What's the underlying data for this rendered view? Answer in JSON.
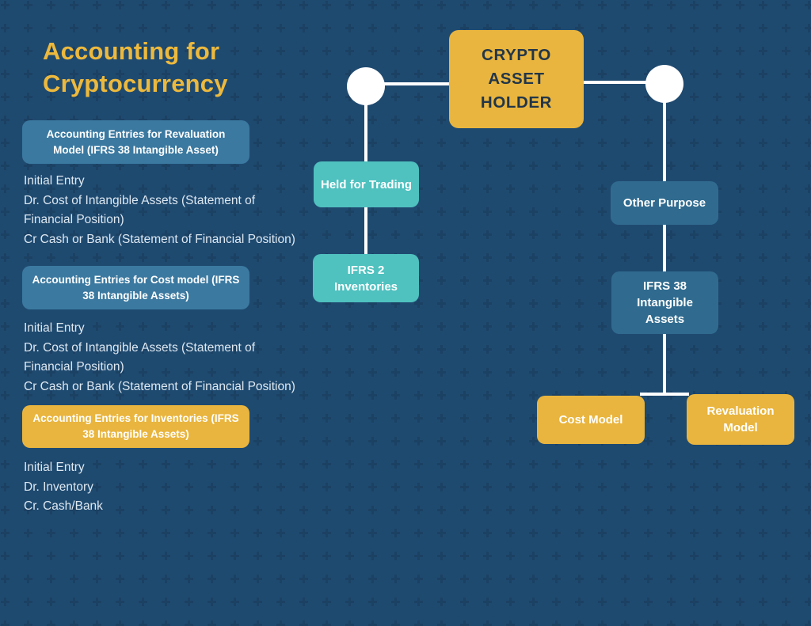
{
  "title": "Accounting for Cryptocurrency",
  "colors": {
    "background": "#1f4a70",
    "pattern_plus": "#1b4163",
    "accent_yellow": "#e9b53e",
    "accent_teal": "#4fc1bf",
    "header_steel_blue": "#3b79a0",
    "node_blue": "#306b8f",
    "root_text_dark": "#223649",
    "body_text": "#dde8f1",
    "title_yellow": "#edb93d",
    "connector_white": "#ffffff"
  },
  "sections": [
    {
      "header": "Accounting Entries for Revaluation Model (IFRS 38 Intangible Asset)",
      "entries": [
        "Initial Entry",
        "Dr. Cost of Intangible Assets (Statement of",
        "Financial Position)",
        "Cr Cash or Bank (Statement of Financial Position)"
      ]
    },
    {
      "header": "Accounting Entries for Cost model (IFRS 38 Intangible Assets)",
      "entries": [
        "Initial Entry",
        "Dr. Cost of Intangible Assets (Statement of",
        "Financial Position)",
        "Cr Cash or Bank (Statement of Financial Position)"
      ]
    },
    {
      "header": "Accounting Entries for Inventories (IFRS 38 Intangible Assets)",
      "entries": [
        "Initial Entry",
        "Dr. Inventory",
        "Cr. Cash/Bank"
      ]
    }
  ],
  "flowchart": {
    "root": "CRYPTO ASSET HOLDER",
    "held_for_trading": "Held for Trading",
    "ifrs2_inventories": "IFRS 2 Inventories",
    "other_purpose": "Other Purpose",
    "ifrs38_intangible_assets": "IFRS 38 Intangible Assets",
    "cost_model": "Cost Model",
    "revaluation_model": "Revaluation Model"
  }
}
